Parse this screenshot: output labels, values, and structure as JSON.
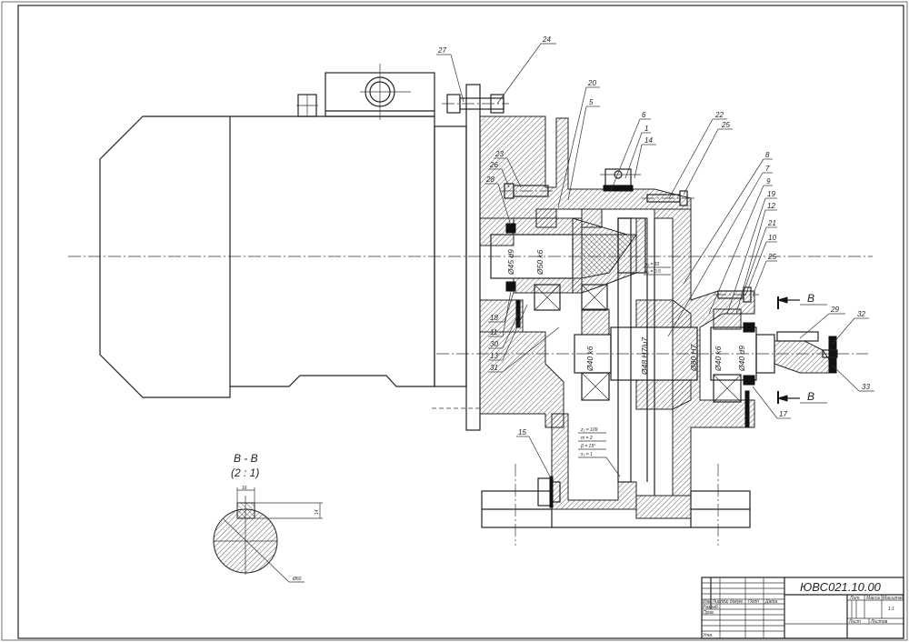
{
  "title_block": {
    "designation": "ЮВС021.10.00",
    "rows": {
      "izm_list": "Изм Лист",
      "doc_no": "№ докум.",
      "sign": "Подп",
      "date": "Дата",
      "developed": "Разраб.",
      "checked": "Пров.",
      "approved": "Утв."
    },
    "lit": "Лит.",
    "mass": "Масса",
    "scale_label": "Масштаб",
    "scale_value": "1:1",
    "sheet": "Лист",
    "sheets": "Листов"
  },
  "section": {
    "title": "B - B",
    "scale": "(2 : 1)",
    "dim_width": "16",
    "dim_height": "14",
    "dim_diameter": "Ø60"
  },
  "section_marker": "B",
  "callouts": [
    "27",
    "24",
    "20",
    "5",
    "6",
    "1",
    "14",
    "22",
    "25",
    "23",
    "26",
    "28",
    "8",
    "7",
    "9",
    "19",
    "12",
    "21",
    "10",
    "25",
    "18",
    "11",
    "30",
    "13",
    "31",
    "29",
    "32",
    "33",
    "17",
    "15"
  ],
  "dimensions": {
    "d45": "Ø45 d9",
    "d50": "Ø50 k6",
    "d40a": "Ø40 k6",
    "d48": "Ø48 H7/u7",
    "d80": "Ø80 H7",
    "d40b": "Ø40 k6",
    "d40c": "Ø40 d9"
  },
  "gear_params_small": [
    "z₁ = 22",
    "x₁ = 0,5"
  ],
  "gear_params_large": [
    "z₂ = 109",
    "m = 2",
    "β = 15°",
    "x₂ = 1"
  ]
}
